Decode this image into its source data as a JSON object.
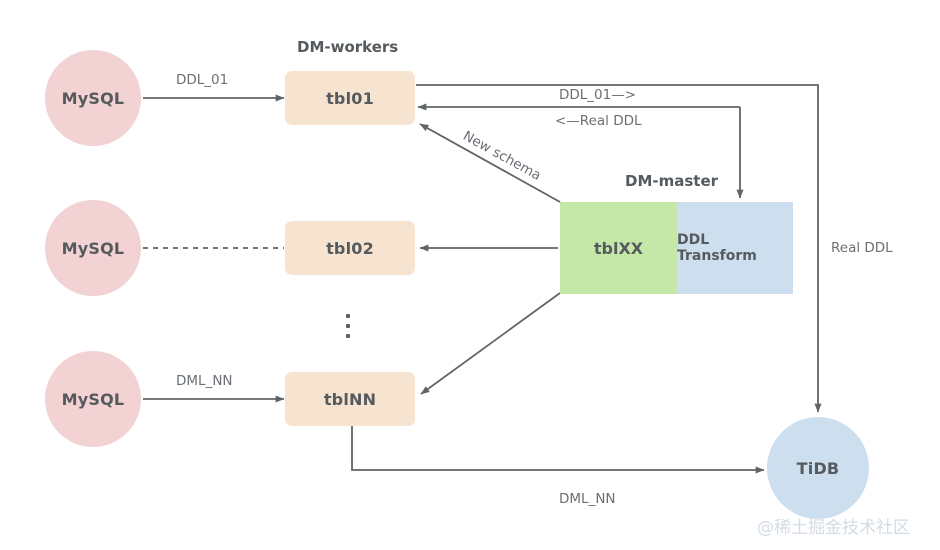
{
  "diagram": {
    "title_dm_workers": "DM-workers",
    "title_dm_master": "DM-master",
    "watermark": "@稀土掘金技术社区",
    "colors": {
      "mysql_pink": "#f2d2d2",
      "worker_peach": "#f7e4d0",
      "master_green": "#c5e8a8",
      "transform_blue": "#cddfee",
      "tidb_blue": "#cddfee",
      "edge_gray": "#5f6568",
      "text_gray": "#555a5e",
      "label_gray": "#6b7075",
      "watermark_gray": "#d3dbe4",
      "background": "#ffffff"
    },
    "sources": [
      {
        "id": "mysql-1",
        "label": "MySQL"
      },
      {
        "id": "mysql-2",
        "label": "MySQL"
      },
      {
        "id": "mysql-3",
        "label": "MySQL"
      }
    ],
    "workers": [
      {
        "id": "tbl01",
        "label": "tbl01"
      },
      {
        "id": "tbl02",
        "label": "tbl02"
      },
      {
        "id": "tblNN",
        "label": "tblNN"
      }
    ],
    "master": {
      "shard_label": "tblXX",
      "transform_label": "DDL Transform"
    },
    "target": {
      "id": "tidb",
      "label": "TiDB"
    },
    "edge_labels": {
      "ddl_01_source": "DDL_01",
      "dml_nn_source": "DML_NN",
      "ddl_01_up": "DDL_01—>",
      "real_ddl_back": "<—Real DDL",
      "new_schema": "New schema",
      "real_ddl_right": "Real DDL",
      "dml_nn_bottom": "DML_NN"
    },
    "ellipsis": "vertical-ellipsis"
  }
}
